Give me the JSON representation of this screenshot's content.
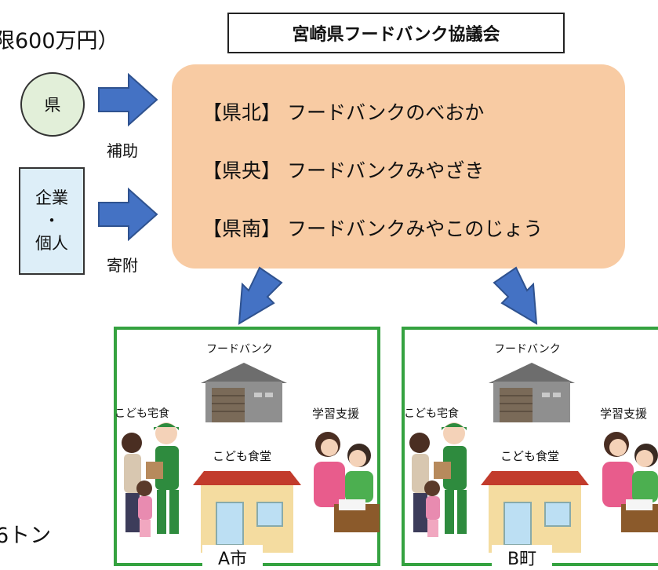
{
  "fragments": {
    "top": "限600万円）",
    "bottom": "6トン"
  },
  "council": {
    "title": "宮崎県フードバンク協議会"
  },
  "sources": {
    "prefecture": "県",
    "prefecture_flow": "補助",
    "donor_lines": [
      "企業",
      "・",
      "個人"
    ],
    "donor_flow": "寄附"
  },
  "food_banks": [
    "【県北】 フードバンクのべおか",
    "【県央】 フードバンクみやざき",
    "【県南】 フードバンクみやこのじょう"
  ],
  "municipalities": [
    {
      "name": "A市",
      "food_bank": "フードバンク",
      "delivery": "こども宅食",
      "study": "学習支援",
      "cafeteria": "こども食堂"
    },
    {
      "name": "B町",
      "food_bank": "フードバンク",
      "delivery": "こども宅食",
      "study": "学習支援",
      "cafeteria": "こども食堂"
    }
  ],
  "colors": {
    "arrow": "#4472c4",
    "main_box": "#f8cba3",
    "city_border": "#35a240",
    "circle": "#e2efd9",
    "donor_box": "#ddeef8"
  },
  "icons": [
    "warehouse-icon",
    "house-icon",
    "mother-child-icon",
    "delivery-worker-icon",
    "tutor-icon",
    "student-icon"
  ]
}
